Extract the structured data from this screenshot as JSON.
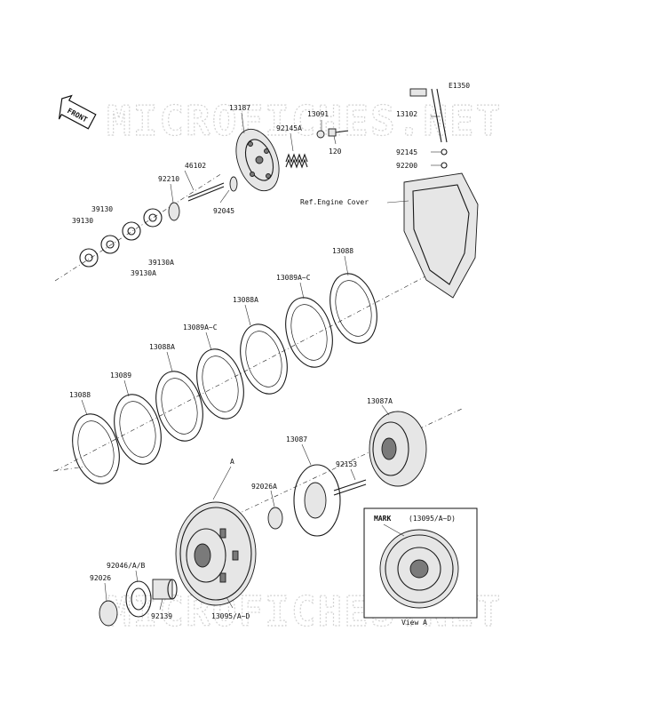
{
  "watermark": {
    "top": "MICROFICHES.NET",
    "bottom": "MICROFICHES.NET"
  },
  "front_tag": "FRONT",
  "diagram_code": "E1350",
  "ref_engine_cover": "Ref.Engine Cover",
  "view_a": {
    "mark": "MARK",
    "ref": "(13095/A~D)",
    "title": "View A"
  },
  "callouts": {
    "c13187": "13187",
    "c13091": "13091",
    "c92145a": "92145A",
    "c120": "120",
    "c46102": "46102",
    "c92210": "92210",
    "c92045": "92045",
    "c39130_a": "39130",
    "c39130_b": "39130",
    "c39130a_a": "39130A",
    "c39130a_b": "39130A",
    "c13102": "13102",
    "c92145": "92145",
    "c92200": "92200",
    "c13088_top": "13088",
    "c13089ac_top": "13089A~C",
    "c13088a_top": "13088A",
    "c13089ac_mid": "13089A~C",
    "c13088a_mid": "13088A",
    "c13089": "13089",
    "c13088_low": "13088",
    "c13087a": "13087A",
    "c13087": "13087",
    "c92153": "92153",
    "c_a": "A",
    "c92026a": "92026A",
    "c92046ab": "92046/A/B",
    "c92026": "92026",
    "c92139": "92139",
    "c13095ad": "13095/A~D"
  }
}
